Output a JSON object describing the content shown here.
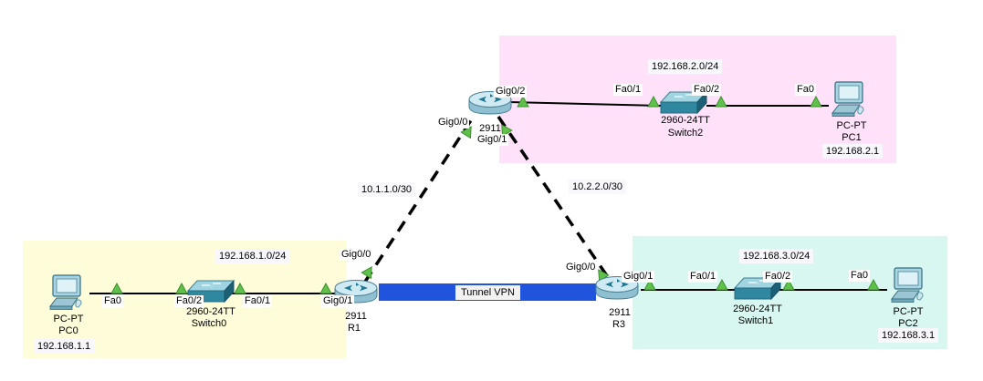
{
  "networks": {
    "lan1": {
      "subnet_label": "192.168.1.0/24",
      "fill": "#fffcda"
    },
    "lan2": {
      "subnet_label": "192.168.2.0/24",
      "fill": "#ffe2fa"
    },
    "lan3": {
      "subnet_label": "192.168.3.0/24",
      "fill": "#d8f7f1"
    },
    "wan1": {
      "subnet_label": "10.1.1.0/30"
    },
    "wan2": {
      "subnet_label": "10.2.2.0/30"
    }
  },
  "tunnel": {
    "label": "Tunnel VPN",
    "fill": "#2154dc"
  },
  "status": {
    "link_up_color": "#5fc14b",
    "link_up_edge": "#3e8f2e"
  },
  "devices": {
    "pc0": {
      "model": "PC-PT",
      "name": "PC0",
      "ip_note": "192.168.1.1",
      "port_fa0": "Fa0"
    },
    "switch0": {
      "model": "2960-24TT",
      "name": "Switch0",
      "port_left": "Fa0/2",
      "port_right": "Fa0/1"
    },
    "r1": {
      "model": "2911",
      "name": "R1",
      "port_gig00": "Gig0/0",
      "port_gig01": "Gig0/1"
    },
    "r2": {
      "model": "2911",
      "port_gig00": "Gig0/0",
      "port_gig01": "Gig0/1",
      "port_gig02": "Gig0/2"
    },
    "switch2": {
      "model": "2960-24TT",
      "name": "Switch2",
      "port_left": "Fa0/1",
      "port_right": "Fa0/2"
    },
    "pc1": {
      "model": "PC-PT",
      "name": "PC1",
      "ip_note": "192.168.2.1",
      "port_fa0": "Fa0"
    },
    "r3": {
      "model": "2911",
      "name": "R3",
      "port_gig00": "Gig0/0",
      "port_gig01": "Gig0/1"
    },
    "switch1": {
      "model": "2960-24TT",
      "name": "Switch1",
      "port_left": "Fa0/1",
      "port_right": "Fa0/2"
    },
    "pc2": {
      "model": "PC-PT",
      "name": "PC2",
      "ip_note": "192.168.3.1",
      "port_fa0": "Fa0"
    }
  }
}
